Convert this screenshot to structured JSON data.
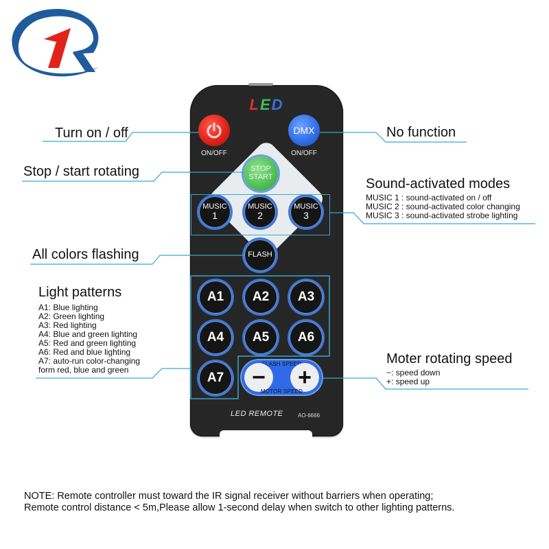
{
  "logo": {
    "name": "brand-logo",
    "colors": {
      "ring": "#1f5c9e",
      "mark": "#e2231a"
    }
  },
  "remote": {
    "brand": {
      "l": "L",
      "e": "E",
      "d": "D"
    },
    "power_button": {
      "icon": "power-icon",
      "sublabel": "ON/OFF",
      "color": "#e2231a"
    },
    "dmx_button": {
      "label": "DMX",
      "sublabel": "ON/OFF",
      "color": "#2f6be6"
    },
    "stop_start_button": {
      "line1": "STOP",
      "line2": "START",
      "color": "#4fbf55"
    },
    "music_buttons": [
      {
        "label": "MUSIC",
        "number": "1"
      },
      {
        "label": "MUSIC",
        "number": "2"
      },
      {
        "label": "MUSIC",
        "number": "3"
      }
    ],
    "flash_button": {
      "label": "FLASH"
    },
    "pattern_buttons": [
      "A1",
      "A2",
      "A3",
      "A4",
      "A5",
      "A6",
      "A7"
    ],
    "speed_control": {
      "top_label": "FLASH SPEED",
      "bottom_label": "MOTOR SPEED",
      "minus": "−",
      "plus": "+"
    },
    "footer_label": "LED REMOTE",
    "model": "AO-6666"
  },
  "annotations": {
    "power": "Turn on / off",
    "dmx": "No function",
    "stop_start": "Stop / start rotating",
    "flash": "All colors flashing",
    "sound": {
      "title": "Sound-activated modes",
      "items": [
        "MUSIC 1 : sound-activated on / off",
        "MUSIC 2 : sound-activated color changing",
        "MUSIC 3 : sound-activated strobe lighting"
      ]
    },
    "patterns": {
      "title": "Light patterns",
      "items": [
        "A1:  Blue lighting",
        "A2:  Green lighting",
        "A3:  Red lighting",
        "A4:  Blue and green lighting",
        "A5:  Red and green lighting",
        "A6:  Red and blue lighting",
        "A7:  auto-run color-changing",
        "form red,  blue and green"
      ]
    },
    "speed": {
      "title": "Moter rotating speed",
      "items": [
        "−:  speed down",
        "+:  speed up"
      ]
    }
  },
  "note": {
    "line1": "NOTE: Remote controller must toward the IR signal receiver without barriers when operating;",
    "line2": "Remote control distance < 5m,Please allow 1-second delay when switch to other lighting patterns."
  },
  "colors": {
    "callout_line": "#37a6d0",
    "remote_body": "#262626",
    "button_ring": "#3f78d9"
  }
}
